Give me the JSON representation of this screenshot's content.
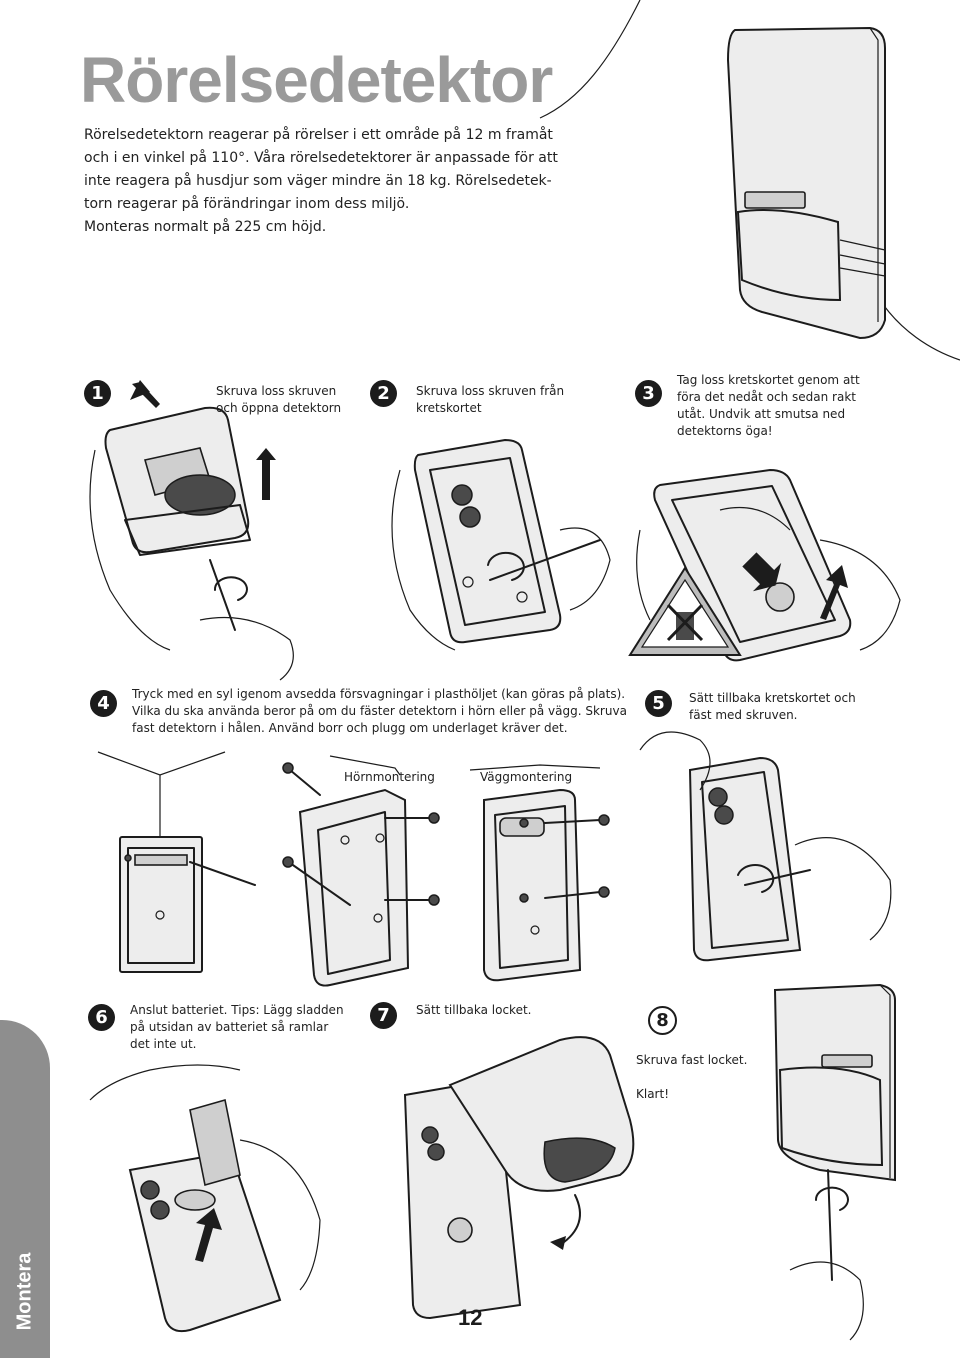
{
  "page": {
    "title": "Rörelsedetektor",
    "intro_lines": [
      "Rörelsedetektorn reagerar på rörelser i ett område på 12 m framåt",
      "och i en vinkel på 110°. Våra rörelsedetektorer är anpassade för att",
      "inte reagera på husdjur som väger mindre än 18 kg. Rörelsedetek-",
      "torn reagerar på förändringar inom dess miljö.",
      "Monteras normalt på 225 cm höjd."
    ],
    "side_tab": "Montera",
    "page_number": "12"
  },
  "steps": [
    {
      "num": "1",
      "lines": [
        "Skruva loss skruven",
        "och öppna detektorn"
      ]
    },
    {
      "num": "2",
      "lines": [
        "Skruva loss skruven från",
        "kretskortet"
      ]
    },
    {
      "num": "3",
      "lines": [
        "Tag loss kretskortet genom att",
        "föra det nedåt och sedan rakt",
        "utåt. Undvik att smutsa ned",
        "detektorns öga!"
      ]
    },
    {
      "num": "4",
      "lines": [
        "Tryck med en syl igenom avsedda försvagningar i plasthöljet (kan göras på plats).",
        "Vilka du ska använda beror på om du fäster detektorn i hörn eller på vägg.  Skruva",
        "fast detektorn i hålen. Använd borr och plugg om underlaget kräver det."
      ]
    },
    {
      "num": "5",
      "lines": [
        "Sätt tillbaka kretskortet och",
        "fäst med skruven."
      ]
    },
    {
      "num": "6",
      "lines": [
        "Anslut batteriet. Tips: Lägg sladden",
        "på utsidan av batteriet så ramlar",
        "det inte ut."
      ]
    },
    {
      "num": "7",
      "lines": [
        "Sätt tillbaka locket."
      ]
    },
    {
      "num": "8",
      "lines": [
        "Skruva fast locket.",
        "",
        "Klart!"
      ]
    }
  ],
  "mounting_labels": {
    "corner": "Hörnmontering",
    "wall": "Väggmontering"
  },
  "icons": [
    "motion-detector-illustration",
    "screwdriver-illustration",
    "warning-no-touch-icon",
    "hand-illustration",
    "rotate-arrow-icon",
    "screw-icon"
  ]
}
